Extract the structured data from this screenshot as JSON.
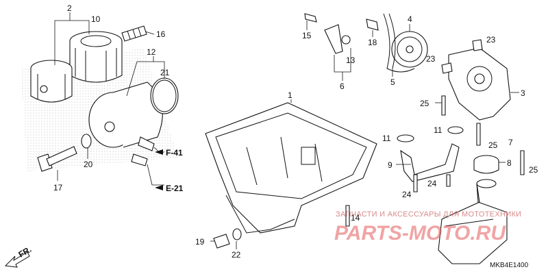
{
  "callouts": [
    {
      "id": "c1",
      "label": "1"
    },
    {
      "id": "c2",
      "label": "2"
    },
    {
      "id": "c3",
      "label": "3"
    },
    {
      "id": "c4",
      "label": "4"
    },
    {
      "id": "c5",
      "label": "5"
    },
    {
      "id": "c6",
      "label": "6"
    },
    {
      "id": "c7",
      "label": "7"
    },
    {
      "id": "c8",
      "label": "8"
    },
    {
      "id": "c9",
      "label": "9"
    },
    {
      "id": "c10",
      "label": "10"
    },
    {
      "id": "c11a",
      "label": "11"
    },
    {
      "id": "c11b",
      "label": "11"
    },
    {
      "id": "c12",
      "label": "12"
    },
    {
      "id": "c13",
      "label": "13"
    },
    {
      "id": "c14",
      "label": "14"
    },
    {
      "id": "c15",
      "label": "15"
    },
    {
      "id": "c16",
      "label": "16"
    },
    {
      "id": "c17",
      "label": "17"
    },
    {
      "id": "c18",
      "label": "18"
    },
    {
      "id": "c19",
      "label": "19"
    },
    {
      "id": "c20",
      "label": "20"
    },
    {
      "id": "c21",
      "label": "21"
    },
    {
      "id": "c22",
      "label": "22"
    },
    {
      "id": "c23a",
      "label": "23"
    },
    {
      "id": "c23b",
      "label": "23"
    },
    {
      "id": "c24a",
      "label": "24"
    },
    {
      "id": "c24b",
      "label": "24"
    },
    {
      "id": "c25a",
      "label": "25"
    },
    {
      "id": "c25b",
      "label": "25"
    },
    {
      "id": "c25c",
      "label": "25"
    }
  ],
  "references": {
    "f41": "F-41",
    "e21": "E-21"
  },
  "direction": "FR.",
  "diagram_code": "MKB4E1400",
  "watermark": {
    "tagline": "ЗАПЧАСТИ И АКСЕССУАРЫ ДЛЯ МОТОТЕХНИКИ",
    "brand": "PARTS-MOTO.RU"
  }
}
